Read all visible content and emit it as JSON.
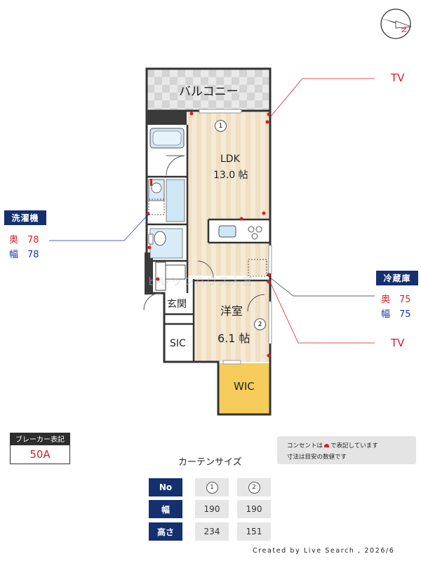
{
  "floor_plan": {
    "rooms": {
      "balcony": "バルコニー",
      "ldk_name": "LDK",
      "ldk_size": "13.0 帖",
      "western_name": "洋室",
      "western_size": "6.1 帖",
      "entrance": "玄関",
      "sic": "SIC",
      "wic": "WIC"
    },
    "window_numbers": [
      "1",
      "2"
    ],
    "tv_labels": [
      "TV",
      "TV"
    ],
    "watermark": "ビレッジハウス大宮"
  },
  "washing_machine": {
    "title": "洗濯機",
    "depth_label": "奥",
    "depth_value": "78",
    "width_label": "幅",
    "width_value": "78"
  },
  "refrigerator": {
    "title": "冷蔵庫",
    "depth_label": "奥",
    "depth_value": "75",
    "width_label": "幅",
    "width_value": "75"
  },
  "breaker": {
    "label": "ブレーカー表記",
    "value": "50A"
  },
  "notes": {
    "line1_prefix": "コンセントは",
    "line1_suffix": "で表記しています",
    "line2": "寸法は目安の数値です"
  },
  "curtain": {
    "title": "カーテンサイズ",
    "headers": [
      "No",
      "幅",
      "高さ"
    ],
    "columns": [
      {
        "no": "1",
        "width": "190",
        "height": "234"
      },
      {
        "no": "2",
        "width": "190",
        "height": "151"
      }
    ]
  },
  "credit": "Created by Live Search , 2026/6",
  "colors": {
    "navy": "#14306e",
    "red": "#d41f26",
    "blue": "#1a2fb0",
    "floor_wood": "#f3e6cf",
    "wic_yellow": "#f6cd5a",
    "wall": "#3a3a3a"
  },
  "icons": [
    "compass-icon",
    "outlet-marker-icon"
  ]
}
